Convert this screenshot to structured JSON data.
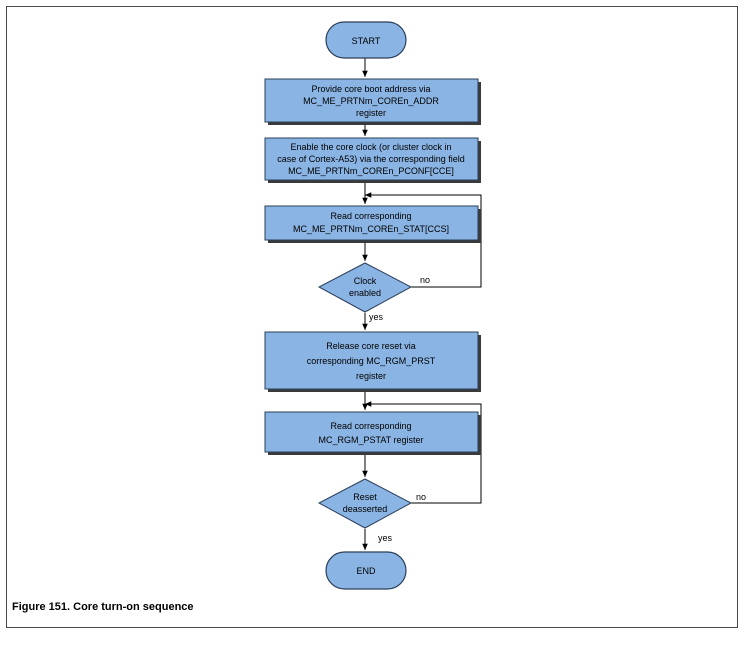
{
  "figure": {
    "caption": "Figure 151.  Core turn-on sequence"
  },
  "flow": {
    "colors": {
      "fill": "#8ab4e3",
      "stroke": "#2b3f5a",
      "shadow": "#3a3a3a",
      "line": "#000000"
    },
    "start": "START",
    "end": "END",
    "step1": [
      "Provide core boot address via",
      "MC_ME_PRTNm_COREn_ADDR",
      "register"
    ],
    "step2": [
      "Enable the core clock (or cluster clock in",
      "case of Cortex-A53) via the corresponding field",
      "MC_ME_PRTNm_COREn_PCONF[CCE]"
    ],
    "step3": [
      "Read corresponding",
      "MC_ME_PRTNm_COREn_STAT[CCS]"
    ],
    "decision1": [
      "Clock",
      "enabled"
    ],
    "decision1_no": "no",
    "decision1_yes": "yes",
    "step4": [
      "Release core reset via",
      "corresponding MC_RGM_PRST",
      "register"
    ],
    "step5": [
      "Read corresponding",
      "MC_RGM_PSTAT register"
    ],
    "decision2": [
      "Reset",
      "deasserted"
    ],
    "decision2_no": "no",
    "decision2_yes": "yes"
  }
}
